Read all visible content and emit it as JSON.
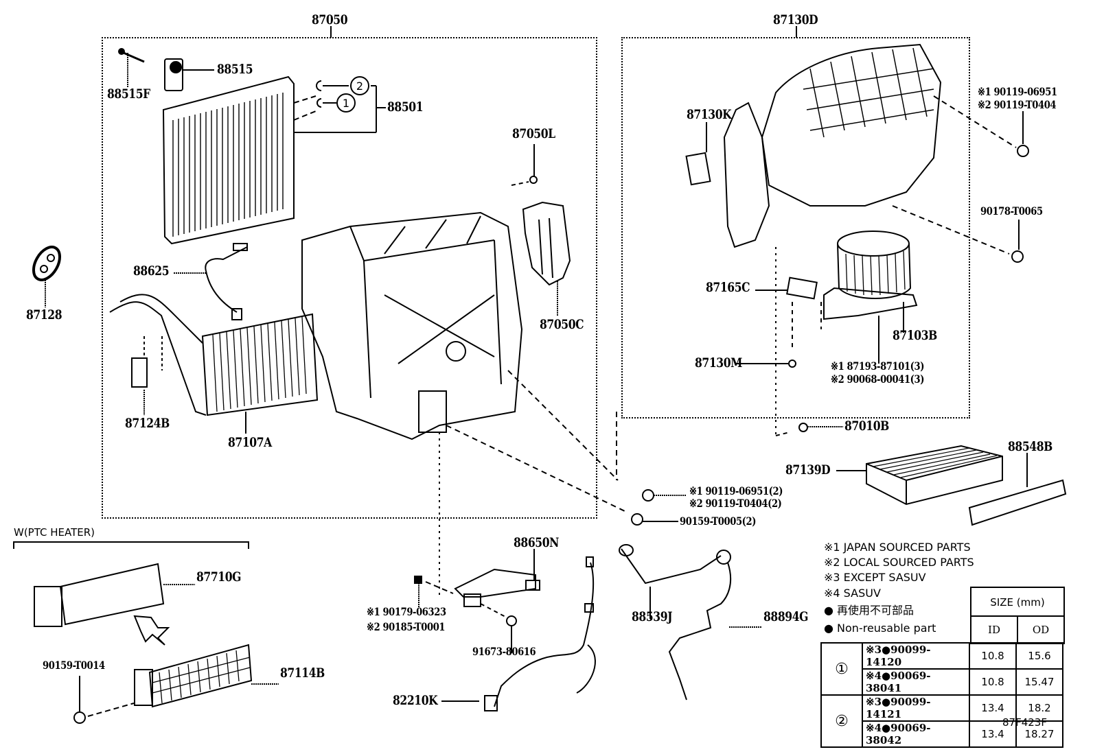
{
  "diagram": {
    "figure_id": "87F423F",
    "groups": {
      "main_unit": "87050",
      "blower_unit": "87130D",
      "ptc_heater": "W(PTC HEATER)"
    },
    "parts": {
      "p88515": "88515",
      "p88515F": "88515F",
      "p88501": "88501",
      "p87050L": "87050L",
      "p87050C": "87050C",
      "p87128": "87128",
      "p88625": "88625",
      "p87124B": "87124B",
      "p87107A": "87107A",
      "p87130K": "87130K",
      "p87165C": "87165C",
      "p87103B": "87103B",
      "p87130M": "87130M",
      "p87010B": "87010B",
      "p87139D": "87139D",
      "p88548B": "88548B",
      "p90178": "90178-T0065",
      "p90159_T0005": "90159-T0005(2)",
      "p88650N": "88650N",
      "p91673": "91673-80616",
      "p82210K": "82210K",
      "p88539J": "88539J",
      "p88894G": "88894G",
      "p87710G": "87710G",
      "p87114B": "87114B",
      "p90159_T0014": "90159-T0014"
    },
    "callouts": {
      "top_right_screw": [
        "※1 90119-06951",
        "※2 90119-T0404"
      ],
      "blower_screw": [
        "※1 87193-87101(3)",
        "※2 90068-00041(3)"
      ],
      "case_screw": [
        "※1 90119-06951(2)",
        "※2 90119-T0404(2)"
      ],
      "clip": [
        "※1 90179-06323",
        "※2 90185-T0001"
      ]
    },
    "circle_markers": [
      "①",
      "②"
    ],
    "legend": {
      "notes": [
        "※1 JAPAN SOURCED PARTS",
        "※2 LOCAL SOURCED PARTS",
        "※3 EXCEPT SASUV",
        "※4 SASUV",
        "● 再使用不可部品",
        "● Non-reusable part"
      ],
      "size_header": "SIZE (mm)",
      "col_id": "ID",
      "col_od": "OD",
      "rows": [
        {
          "marker": "①",
          "part": "※3●90099-14120",
          "id": "10.8",
          "od": "15.6"
        },
        {
          "marker": "",
          "part": "※4●90069-38041",
          "id": "10.8",
          "od": "15.47"
        },
        {
          "marker": "②",
          "part": "※3●90099-14121",
          "id": "13.4",
          "od": "18.2"
        },
        {
          "marker": "",
          "part": "※4●90069-38042",
          "id": "13.4",
          "od": "18.27"
        }
      ]
    }
  }
}
